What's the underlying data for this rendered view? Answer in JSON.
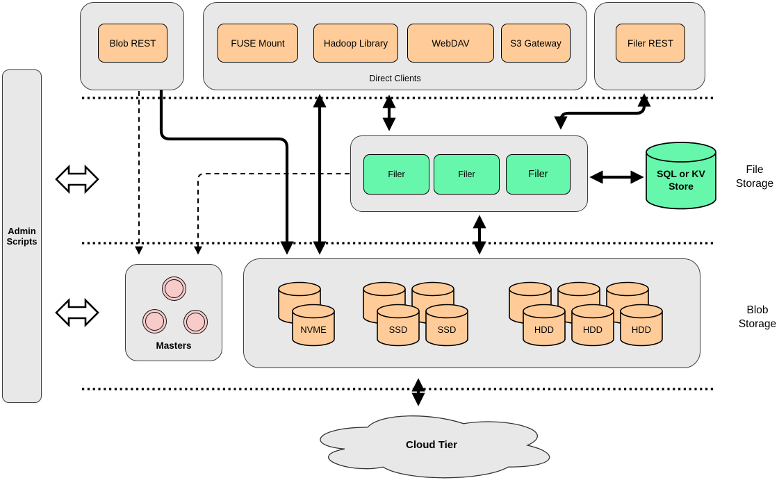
{
  "nodes": {
    "blob_rest": "Blob REST",
    "direct_clients": {
      "caption": "Direct Clients",
      "items": [
        "FUSE Mount",
        "Hadoop Library",
        "WebDAV",
        "S3 Gateway"
      ]
    },
    "filer_rest": "Filer REST",
    "admin_scripts": {
      "line1": "Admin",
      "line2": "Scripts"
    },
    "filers": [
      "Filer",
      "Filer",
      "Filer"
    ],
    "sql_store": {
      "line1": "SQL or KV",
      "line2": "Store"
    },
    "masters": "Masters",
    "volumes": {
      "nvme": [
        "NVME"
      ],
      "ssd": [
        "SSD",
        "SSD"
      ],
      "hdd": [
        "HDD",
        "HDD",
        "HDD"
      ]
    },
    "cloud_tier": "Cloud Tier"
  },
  "section_labels": {
    "file_storage": {
      "line1": "File",
      "line2": "Storage"
    },
    "blob_storage": {
      "line1": "Blob",
      "line2": "Storage"
    }
  },
  "colors": {
    "client_fill": "#FFCC99",
    "filer_fill": "#66F7AC",
    "container_fill": "#E8E8E8",
    "master_fill": "#F6CBC9",
    "stroke": "#000000"
  }
}
